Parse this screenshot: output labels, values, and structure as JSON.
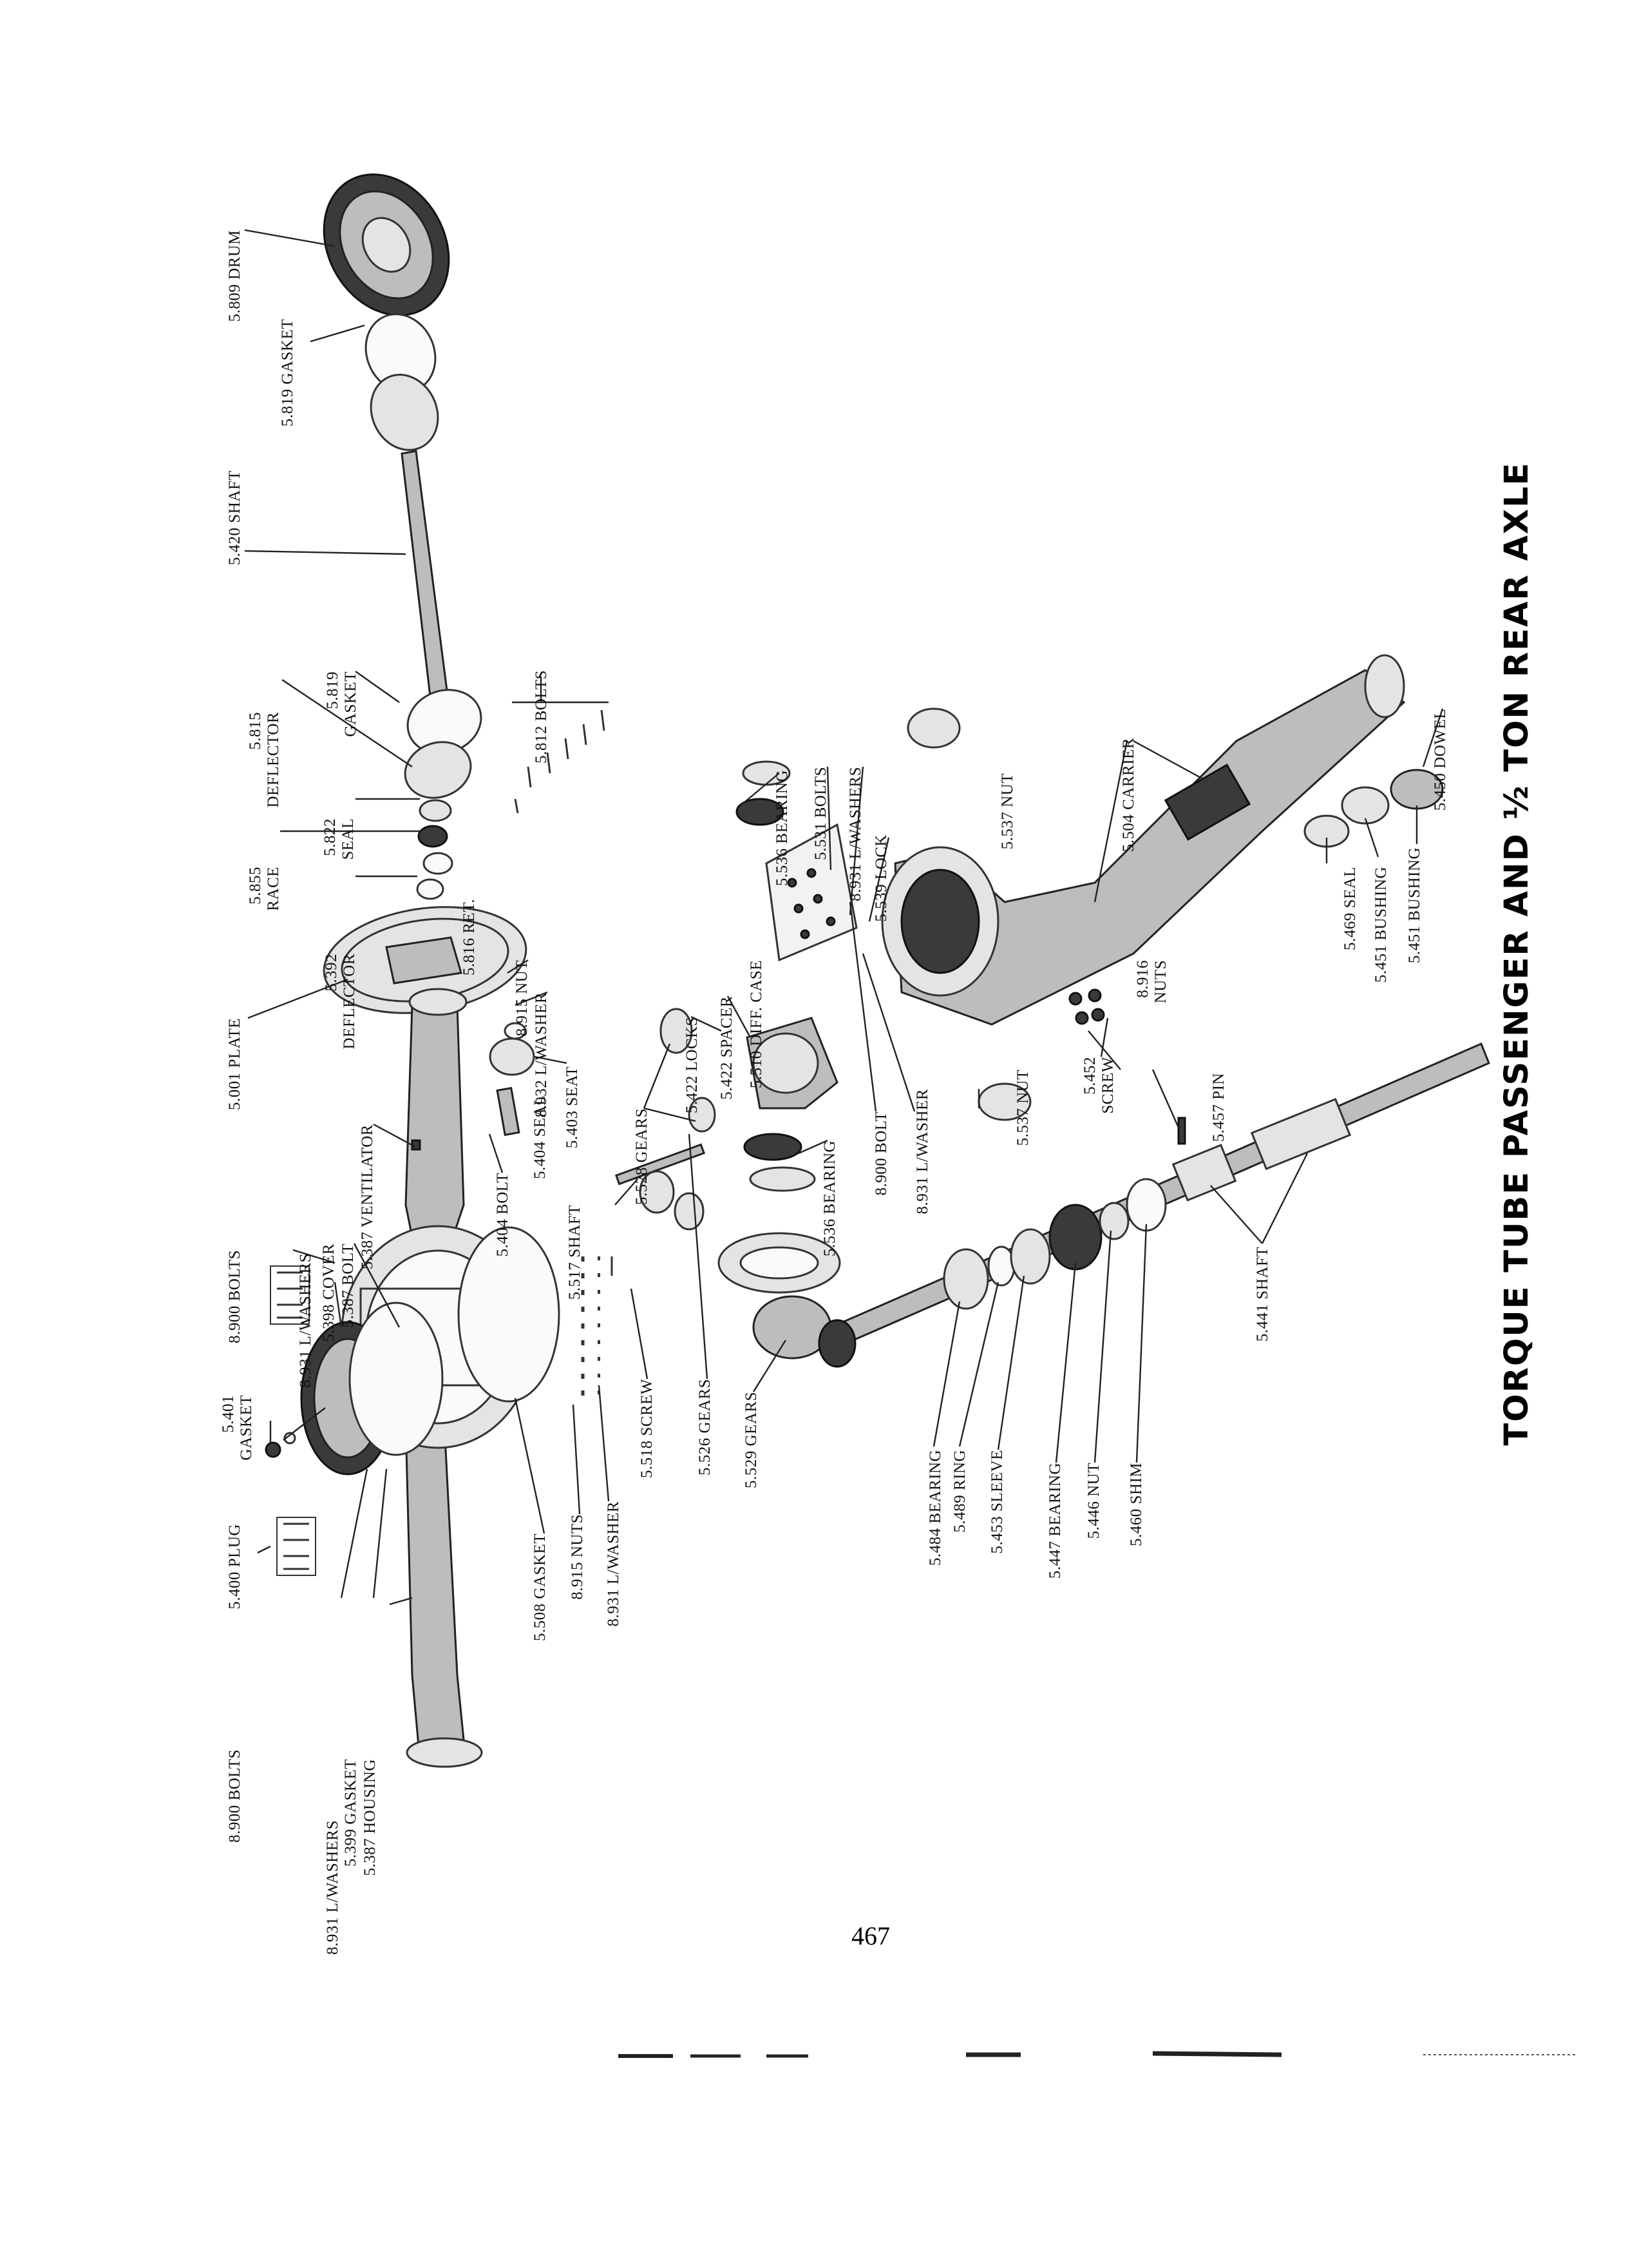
{
  "title": "TORQUE TUBE PASSENGER AND ½ TON REAR AXLE",
  "page_number": "467",
  "labels": {
    "l5809": "5.809 DRUM",
    "l5819a": "5.819 GASKET",
    "l5420": "5.420 SHAFT",
    "l5815": [
      "5.815",
      "DEFLECTOR"
    ],
    "l5819b": [
      "5.819",
      "GASKET"
    ],
    "l5812": "5.812 BOLTS",
    "l5855": [
      "5.855",
      "RACE"
    ],
    "l5822": [
      "5.822",
      "SEAL"
    ],
    "l5816": "5.816 RET.",
    "l5392": [
      "5.392",
      "DEFLECTOR"
    ],
    "l8915a": "8.915 NUT",
    "l8932": "8.932 L/WASHER",
    "l5001": "5.001 PLATE",
    "l5536a": "5.536 BEARING",
    "l5531": "5.531 BOLTS",
    "l8931a": "8.931 L/WASHERS",
    "l5539": "5.539 LOCK",
    "l5537a": "5.537 NUT",
    "l5504": "5.504 CARRIER",
    "l5450": "5.450 DOWEL",
    "l5422a": "5.422 LOCKS",
    "l5422b": "5.422 SPACER",
    "l5510": "5.510 DIFF. CASE",
    "l5528": "5.528 GEARS",
    "l5404a": "5.404 SEAL",
    "l5403": "5.403 SEAT",
    "l5387v": "5.387 VENTILATOR",
    "l8900a": "8.900 BOLTS",
    "l8931b": "8.931 L/WASHERS",
    "l5398": "5.398 COVER",
    "l5387b": "5.387 BOLT",
    "l5404b": "5.404 BOLT",
    "l5517": "5.517 SHAFT",
    "l5536b": "5.536 BEARING",
    "l8900b": "8.900 BOLT",
    "l8931c": "8.931 L/WASHER",
    "l5537b": "5.537 NUT",
    "l5452": [
      "5.452",
      "SCREW"
    ],
    "l8916": [
      "8.916",
      "NUTS"
    ],
    "l5457": "5.457 PIN",
    "l5469": "5.469 SEAL",
    "l5451a": "5.451 BUSHING",
    "l5451b": "5.451 BUSHING",
    "l5401": [
      "5.401",
      "GASKET"
    ],
    "l5400": "5.400 PLUG",
    "l8900c": "8.900 BOLTS",
    "l8931d": "8.931 L/WASHERS",
    "l5399": "5.399 GASKET",
    "l5387h": "5.387 HOUSING",
    "l5508": "5.508 GASKET",
    "l8915b": "8.915 NUTS",
    "l8931e": "8.931 L/WASHER",
    "l5518": "5.518 SCREW",
    "l5526": "5.526 GEARS",
    "l5529": "5.529 GEARS",
    "l5484": "5.484 BEARING",
    "l5489": "5.489 RING",
    "l5453": "5.453 SLEEVE",
    "l5447": "5.447 BEARING",
    "l5446": "5.446 NUT",
    "l5460": "5.460 SHIM",
    "l5441": "5.441 SHAFT"
  }
}
